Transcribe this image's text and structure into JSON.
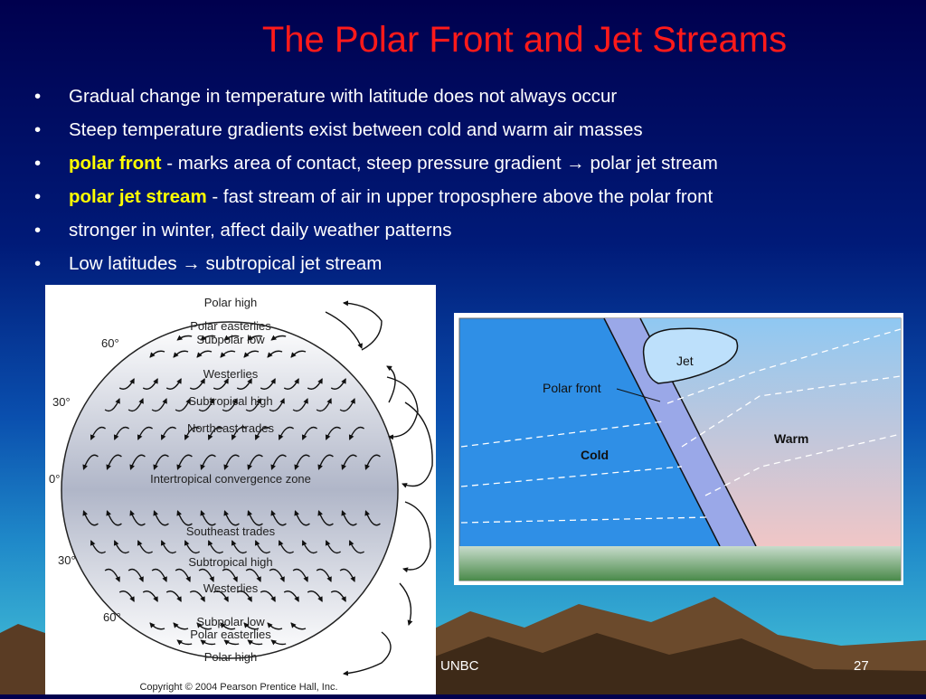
{
  "slide": {
    "title": "The Polar Front and Jet Streams",
    "bullets": [
      {
        "keyword": "",
        "text": "Gradual change in temperature with latitude does not always occur"
      },
      {
        "keyword": "",
        "text": "Steep temperature gradients exist between cold and warm air masses"
      },
      {
        "keyword": "polar front",
        "text": " - marks area of contact, steep pressure gradient → polar jet stream"
      },
      {
        "keyword": "polar jet stream",
        "text": " - fast stream of air in upper troposphere above the polar front"
      },
      {
        "keyword": "",
        "text": "stronger in winter, affect daily weather patterns"
      },
      {
        "keyword": "",
        "text": "Low latitudes → subtropical jet stream"
      }
    ],
    "footer": {
      "center": "UNBC",
      "page": "27"
    },
    "colors": {
      "title": "#ff1a1a",
      "keyword": "#ffff00",
      "text": "#ffffff"
    }
  },
  "globe_figure": {
    "latitude_labels": {
      "n60": "60°",
      "n30": "30°",
      "eq": "0°",
      "s30": "30°",
      "s60": "60°"
    },
    "zones": {
      "polar_high_n": "Polar high",
      "polar_easterlies_n": "Polar easterlies",
      "subpolar_low_n": "Subpolar low",
      "westerlies_n": "Westerlies",
      "subtropical_high_n": "Subtropical high",
      "northeast_trades": "Northeast trades",
      "itcz": "Intertropical convergence zone",
      "southeast_trades": "Southeast trades",
      "subtropical_high_s": "Subtropical high",
      "westerlies_s": "Westerlies",
      "subpolar_low_s": "Subpolar low",
      "polar_easterlies_s": "Polar easterlies",
      "polar_high_s": "Polar high"
    },
    "copyright": "Copyright © 2004 Pearson Prentice Hall, Inc."
  },
  "front_figure": {
    "jet": "Jet",
    "polar_front": "Polar front",
    "cold": "Cold",
    "warm": "Warm"
  }
}
